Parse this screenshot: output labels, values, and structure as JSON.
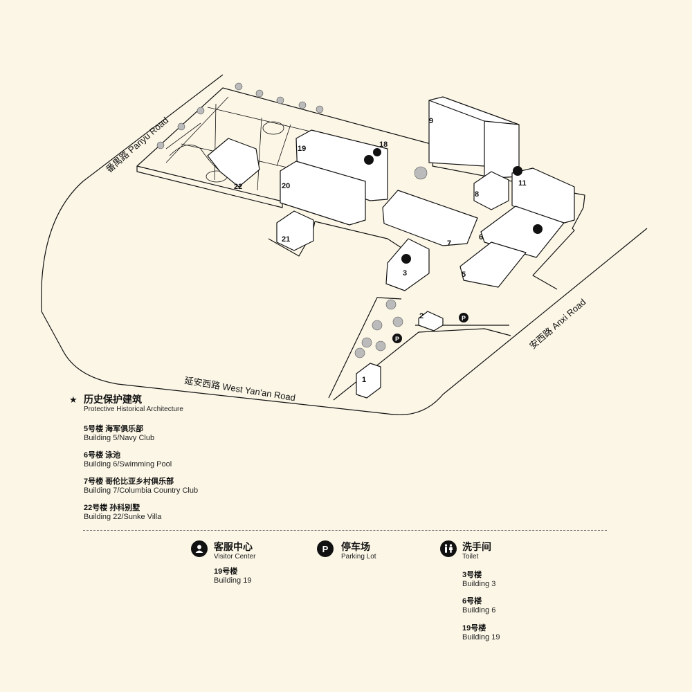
{
  "streets": {
    "panyu": "番禺路 Panyu Road",
    "anxi": "安西路 Anxi Road",
    "west_yanan": "延安西路  West Yan'an Road"
  },
  "buildings": [
    "1",
    "2",
    "3",
    "5",
    "6",
    "7",
    "8",
    "9",
    "11",
    "18",
    "19",
    "20",
    "21",
    "22"
  ],
  "historical": {
    "title": "历史保护建筑",
    "subtitle": "Protective Historical Architecture",
    "icon": "star-icon",
    "items": [
      {
        "cn": "5号楼 海军俱乐部",
        "en": "Building 5/Navy Club"
      },
      {
        "cn": "6号楼 泳池",
        "en": "Building 6/Swimming Pool"
      },
      {
        "cn": "7号楼 哥伦比亚乡村俱乐部",
        "en": "Building 7/Columbia Country Club"
      },
      {
        "cn": "22号楼 孙科别墅",
        "en": "Building 22/Sunke Villa"
      }
    ]
  },
  "services": {
    "visitor": {
      "title": "客服中心",
      "subtitle": "Visitor Center",
      "icon": "visitor-center-icon",
      "items": [
        {
          "cn": "19号楼",
          "en": "Building 19"
        }
      ]
    },
    "parking": {
      "title": "停车场",
      "subtitle": "Parking Lot",
      "icon": "parking-icon",
      "glyph": "P"
    },
    "toilet": {
      "title": "洗手间",
      "subtitle": "Toilet",
      "icon": "toilet-icon",
      "items": [
        {
          "cn": "3号楼",
          "en": "Building 3"
        },
        {
          "cn": "6号楼",
          "en": "Building 6"
        },
        {
          "cn": "19号楼",
          "en": "Building 19"
        }
      ]
    }
  },
  "colors": {
    "background": "#fbf6e6",
    "ink": "#111111",
    "building_fill": "#ffffff"
  }
}
